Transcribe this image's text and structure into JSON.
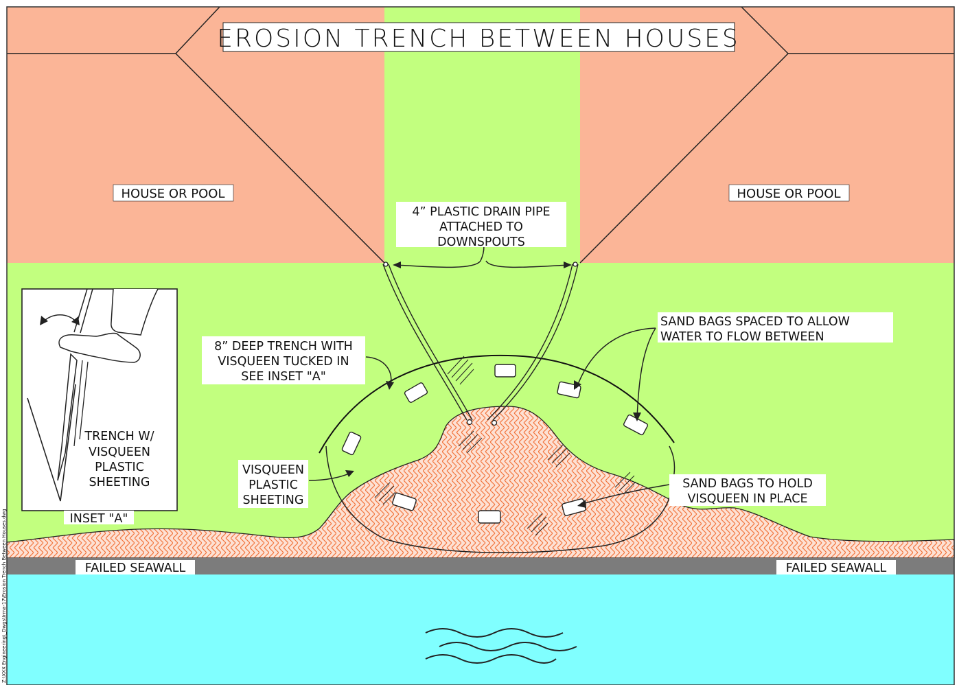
{
  "title": "EROSION TRENCH BETWEEN HOUSES",
  "labels": {
    "house_left": "HOUSE OR POOL",
    "house_right": "HOUSE OR POOL",
    "drain_pipe": [
      "4” PLASTIC DRAIN PIPE",
      "ATTACHED TO",
      "DOWNSPOUTS"
    ],
    "sand_bags_spaced": [
      "SAND BAGS SPACED TO ALLOW",
      "WATER TO FLOW BETWEEN"
    ],
    "trench": [
      "8” DEEP TRENCH WITH",
      "VISQUEEN TUCKED IN",
      "SEE INSET \"A\""
    ],
    "visqueen": [
      "VISQUEEN",
      "PLASTIC",
      "SHEETING"
    ],
    "sand_bags_hold": [
      "SAND BAGS TO HOLD",
      "VISQUEEN IN PLACE"
    ],
    "inset_text": [
      "TRENCH W/",
      "VISQUEEN",
      "PLASTIC",
      "SHEETING"
    ],
    "inset_caption": "INSET \"A\"",
    "seawall_left": "FAILED SEAWALL",
    "seawall_right": "FAILED SEAWALL",
    "file_path": "Z:\\XXX Engineering\\_Dwgs\\Irma-17\\Erosion Trench Between Houses.dwg"
  },
  "colors": {
    "house": "#fbb597",
    "lawn": "#c2ff7f",
    "sand": "#fbd6c6",
    "sand_hatch": "#f2733a",
    "seawall": "#7c7c7c",
    "water": "#80ffff"
  }
}
